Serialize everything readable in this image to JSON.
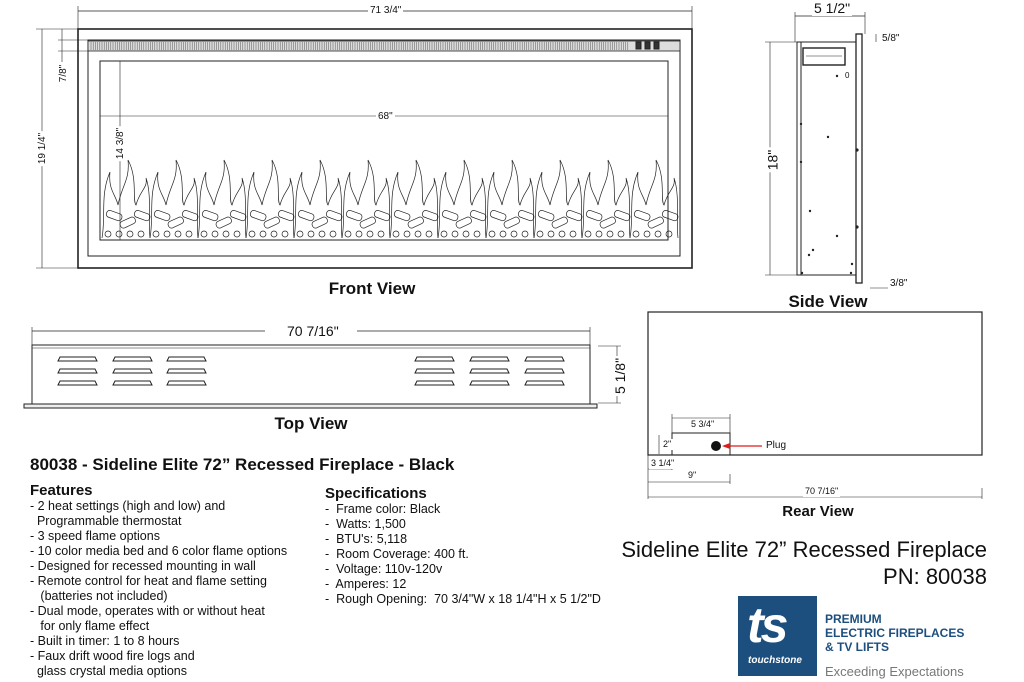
{
  "front_view": {
    "label": "Front View",
    "dims": {
      "overall_width": "71 3/4\"",
      "viewing_width": "68\"",
      "overall_height": "19 1/4\"",
      "viewing_height": "14 3/8\"",
      "top_trim": "7/8\""
    }
  },
  "side_view": {
    "label": "Side View",
    "dims": {
      "depth": "5 1/2\"",
      "height": "18\"",
      "top_offset": "5/8\"",
      "bottom_offset": "3/8\"",
      "mark": "0"
    }
  },
  "top_view": {
    "label": "Top View",
    "dims": {
      "width": "70 7/16\"",
      "depth": "5 1/8\""
    }
  },
  "rear_view": {
    "label": "Rear View",
    "dims": {
      "box_width": "5 3/4\"",
      "box_height": "2\"",
      "left_offset": "3 1/4\"",
      "plug_offset": "9\"",
      "overall_width": "70 7/16\""
    },
    "plug_label": "Plug",
    "arrow_color": "#e01b1b"
  },
  "product_title": "80038 - Sideline Elite 72” Recessed Fireplace - Black",
  "features": {
    "heading": "Features",
    "items": [
      "- 2 heat settings (high and low) and",
      "  Programmable thermostat",
      "- 3 speed flame options",
      "- 10 color media bed and 6 color flame options",
      "- Designed for recessed mounting in wall",
      "- Remote control for heat and flame setting",
      "   (batteries not included)",
      "- Dual mode, operates with or without heat",
      "   for only flame effect",
      "- Built in timer: 1 to 8 hours",
      "- Faux drift wood fire logs and",
      "  glass crystal media options"
    ]
  },
  "specifications": {
    "heading": "Specifications",
    "items": [
      "-  Frame color: Black",
      "-  Watts: 1,500",
      "-  BTU's: 5,118",
      "-  Room Coverage: 400 ft.",
      "-  Voltage: 110v-120v",
      "-  Amperes: 12",
      "-  Rough Opening:  70 3/4\"W x 18 1/4\"H x 5 1/2\"D"
    ]
  },
  "summary": {
    "name": "Sideline Elite 72” Recessed Fireplace",
    "part_number": "PN: 80038"
  },
  "brand": {
    "logo_letters": "ts",
    "logo_name": "touchstone",
    "tagline_lines": [
      "PREMIUM",
      "ELECTRIC FIREPLACES",
      "& TV LIFTS"
    ],
    "slogan": "Exceeding Expectations",
    "brand_color": "#1c4f7e"
  }
}
